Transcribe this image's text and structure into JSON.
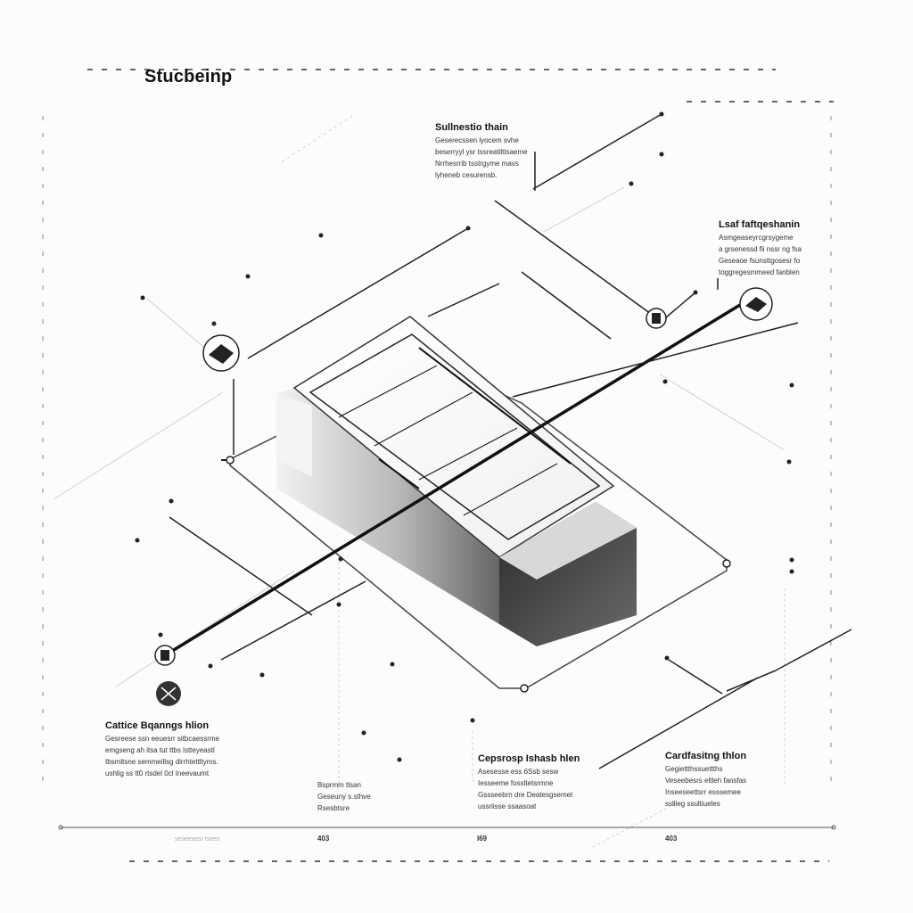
{
  "title": "Stucbeinp",
  "labels": {
    "top_center": {
      "title": "Sullnestio thain",
      "lines": [
        "Geserecssen lyocem svhe",
        "beserryyl ysr tssreatilttsaeme",
        "Nrrhesrrib tsstrgyme mavs",
        "lyheneb cesurensb."
      ]
    },
    "right": {
      "title": "Lsaf faftqeshanin",
      "lines": [
        "Asmgeaseyrcgrsygeme",
        "a grsenessd fii nssr ng fsa",
        "Geseaoe fsunsttgosesr fo",
        "toggregesmmeed fanblen"
      ]
    },
    "bottom_left": {
      "title": "Cattice Bqanngs hlion",
      "lines": [
        "Gesreese ssn eeuesrr sitbcaessrme",
        "emgseng ah itsa tut ttbs lstteyeastl",
        "Ibsmltsne semmeillsg dirrhtettltyms.",
        "ushlig ss tt0 rtsdel 0cl Ineevaumt"
      ]
    },
    "bottom_mid_left": {
      "title": "",
      "lines": [
        "Bsprmm tlsan",
        "Geseuny s.sthve",
        "Rsesbtsre"
      ]
    },
    "bottom_center": {
      "title": "Cepsrosp Ishasb hlen",
      "lines": [
        "Asesesse ess 6Ssb sesw",
        "Iesseeme fossltetsrmne",
        "Gssseebrn dre Deatesgsemet",
        "ussriisse ssaasoat"
      ]
    },
    "bottom_right": {
      "title": "Cardfasitng thlon",
      "lines": [
        "Gegiettthssuettths",
        "Veseebesrs eltleh fansfas",
        "Inseeseettsrr esssemee",
        "ssllieg ssultiueles"
      ]
    }
  },
  "axis": {
    "faint_label": "seseesesr tsees",
    "ticks": [
      "403",
      "I69",
      "403"
    ]
  },
  "icons": [
    "callout-marker-left",
    "callout-marker-upper",
    "callout-marker-right",
    "callout-marker-lower",
    "compass-icon"
  ]
}
